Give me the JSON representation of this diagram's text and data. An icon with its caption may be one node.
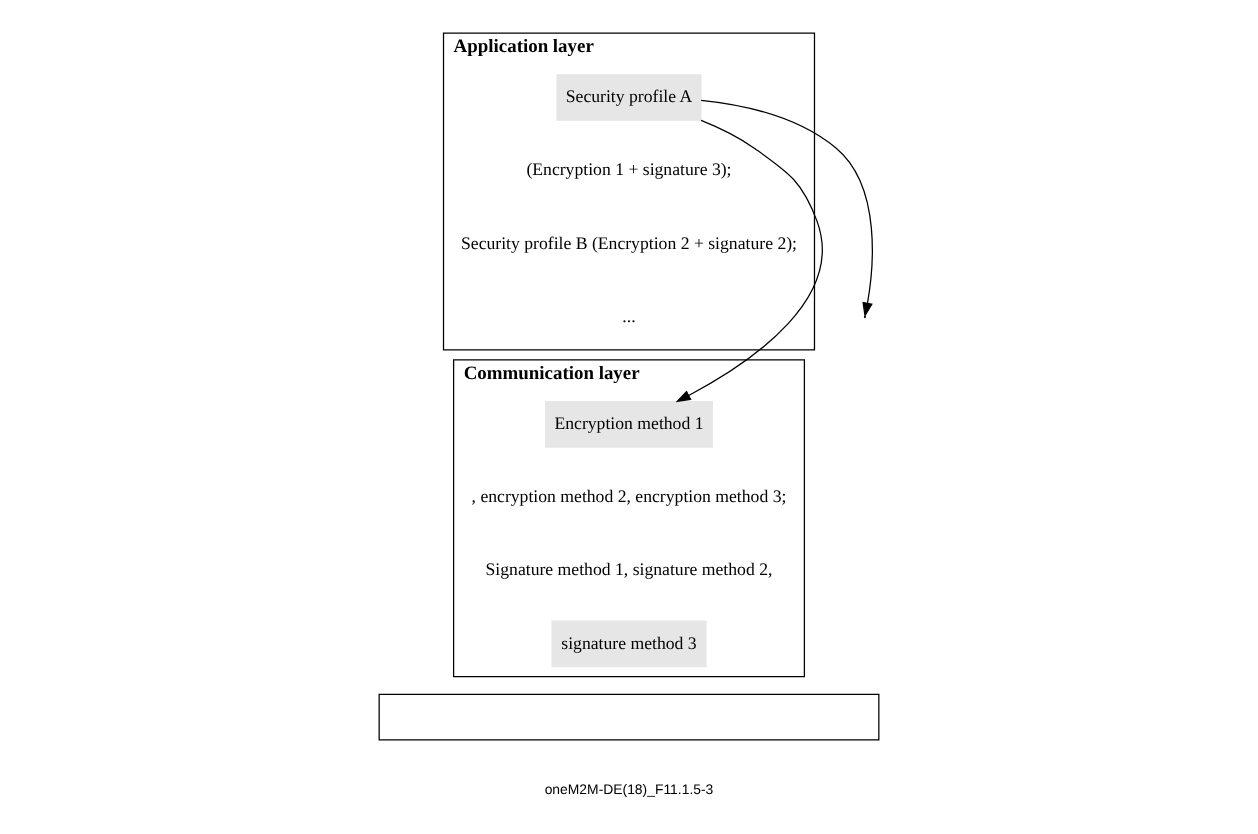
{
  "diagram": {
    "nodes": [
      {
        "text": [
          "Application layer",
          "(Encryption 1 + signature 3);",
          "Security profile B (Encryption 2 + signature 2);",
          "..."
        ]
      },
      {
        "text": [
          "Security profile A"
        ],
        "in": 0
      },
      {
        "text": [
          "Communication layer",
          ", encryption method 2, encryption method 3;",
          "Signature method 1, signature method 2,"
        ]
      },
      {
        "text": [
          "Encryption method 1"
        ],
        "in": 2
      },
      {
        "text": [
          "signature method 3"
        ],
        "in": 2
      },
      {
        "text": [],
        "shape": "box"
      }
    ],
    "edges": [
      {
        "from": 1,
        "to": 3,
        "arrow": "to"
      },
      {
        "from": 1,
        "to": null,
        "arrow": "to"
      }
    ],
    "labels": [
      "oneM2M-DE(18)_F11.1.5-3"
    ]
  }
}
